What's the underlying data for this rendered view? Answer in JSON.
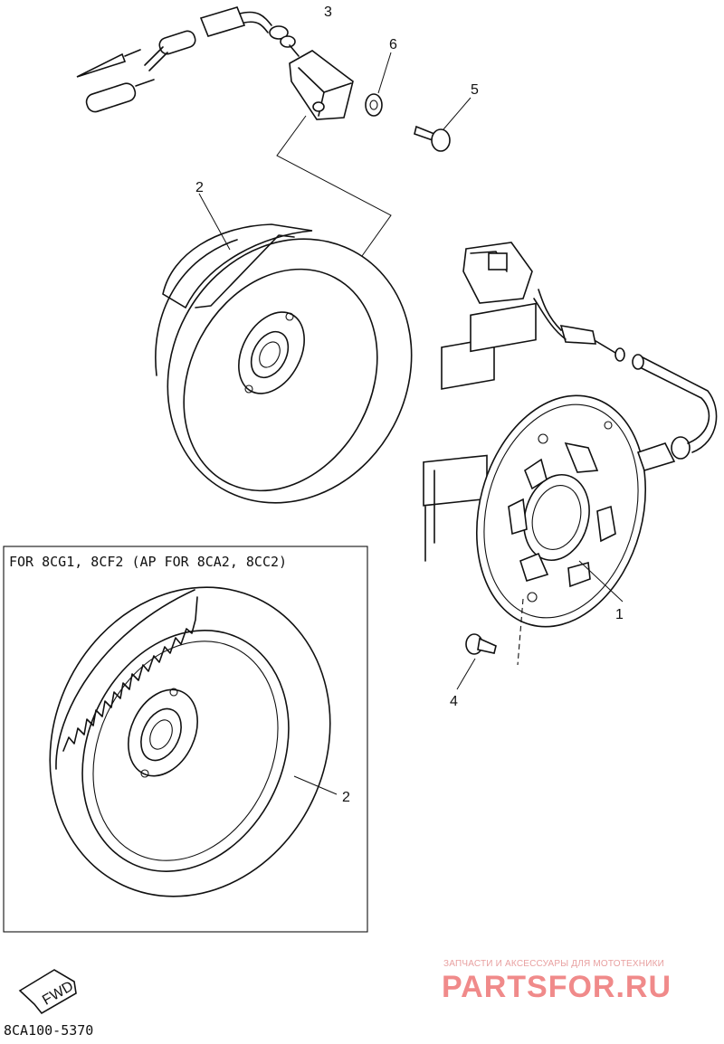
{
  "diagram": {
    "callouts": {
      "c1": "1",
      "c2_top": "2",
      "c2_bottom": "2",
      "c3": "3",
      "c4": "4",
      "c5": "5",
      "c6": "6"
    },
    "variant_box_label": "FOR 8CG1, 8CF2 (AP FOR 8CA2, 8CC2)",
    "fwd_label": "FWD",
    "part_code": "8CA100-5370"
  },
  "watermark": {
    "tagline": "ЗАПЧАСТИ И АКСЕССУАРЫ ДЛЯ МОТОТЕХНИКИ",
    "logo": "PARTSFOR.RU"
  }
}
